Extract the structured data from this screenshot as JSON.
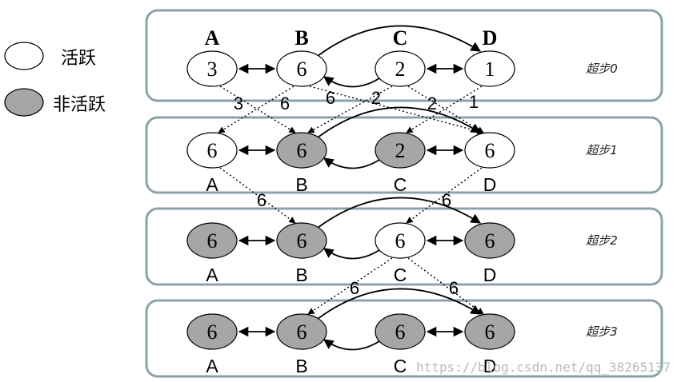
{
  "legend": {
    "active_label": "活跃",
    "inactive_label": "非活跃",
    "active_color": "#ffffff",
    "inactive_color": "#a6a6a6"
  },
  "vertex_names": [
    "A",
    "B",
    "C",
    "D"
  ],
  "steps": [
    {
      "label": "超步0",
      "values": [
        "3",
        "6",
        "2",
        "1"
      ],
      "active": [
        true,
        true,
        true,
        true
      ],
      "name_position": "top"
    },
    {
      "label": "超步1",
      "values": [
        "6",
        "6",
        "2",
        "6"
      ],
      "active": [
        true,
        false,
        false,
        true
      ],
      "name_position": "bottom"
    },
    {
      "label": "超步2",
      "values": [
        "6",
        "6",
        "6",
        "6"
      ],
      "active": [
        false,
        false,
        true,
        false
      ],
      "name_position": "bottom"
    },
    {
      "label": "超步3",
      "values": [
        "6",
        "6",
        "6",
        "6"
      ],
      "active": [
        false,
        false,
        false,
        false
      ],
      "name_position": "bottom"
    }
  ],
  "messages": [
    {
      "from_step": 0,
      "from": 0,
      "to": 1,
      "value": "3"
    },
    {
      "from_step": 0,
      "from": 1,
      "to": 0,
      "value": "6"
    },
    {
      "from_step": 0,
      "from": 1,
      "to": 3,
      "value": "6"
    },
    {
      "from_step": 0,
      "from": 2,
      "to": 1,
      "value": "2"
    },
    {
      "from_step": 0,
      "from": 3,
      "to": 2,
      "value": "1"
    },
    {
      "from_step": 0,
      "from": 2,
      "to": 3,
      "value": "2"
    },
    {
      "from_step": 1,
      "from": 0,
      "to": 1,
      "value": "6"
    },
    {
      "from_step": 1,
      "from": 3,
      "to": 2,
      "value": "6"
    },
    {
      "from_step": 2,
      "from": 2,
      "to": 1,
      "value": "6"
    },
    {
      "from_step": 2,
      "from": 2,
      "to": 3,
      "value": "6"
    }
  ],
  "watermark": "https://blog.csdn.net/qq_38265137"
}
